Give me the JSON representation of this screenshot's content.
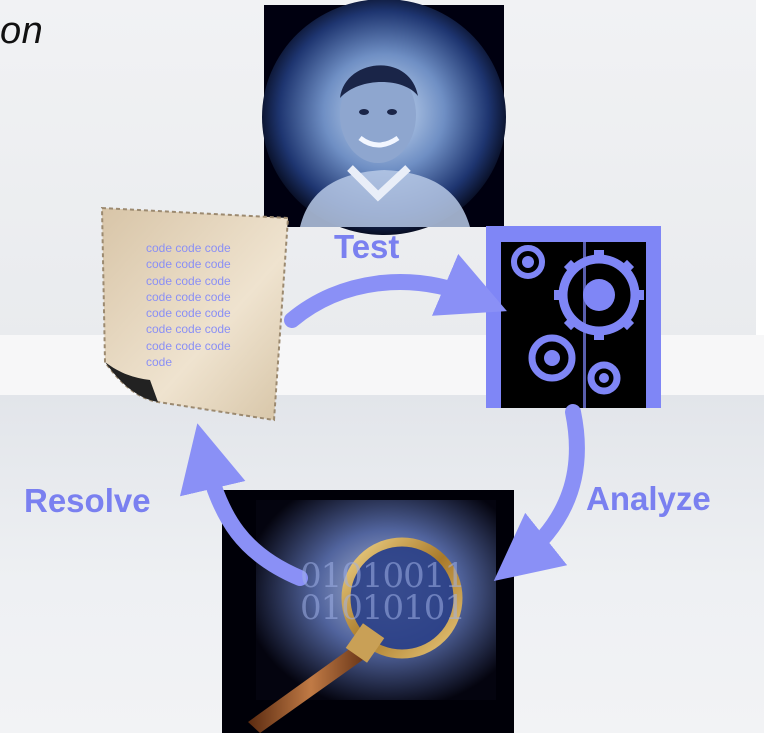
{
  "slide": {
    "title_fragment": "on"
  },
  "cycle": {
    "steps": [
      {
        "id": "test",
        "label": "Test"
      },
      {
        "id": "analyze",
        "label": "Analyze"
      },
      {
        "id": "resolve",
        "label": "Resolve"
      }
    ]
  },
  "code_document": {
    "lines": [
      "code code code",
      "code code code",
      "code code code",
      "code code code",
      "code code code",
      "code code code",
      "code code code",
      "code"
    ]
  },
  "magnifier_binary": "0101001101010101",
  "icons": {
    "developer": "developer-portrait",
    "gears": "gears-icon",
    "magnifier": "magnifying-glass-icon",
    "document": "code-document-icon"
  },
  "colors": {
    "accent": "#7a80f0",
    "gear_panel": "#7f86f6",
    "arrow": "#8a90f6"
  }
}
